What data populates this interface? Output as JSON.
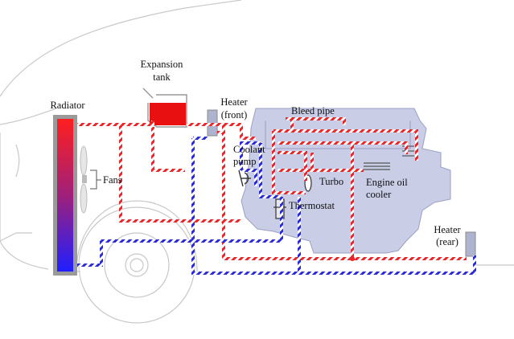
{
  "labels": {
    "expansion_tank_1": "Expansion",
    "expansion_tank_2": "tank",
    "radiator": "Radiator",
    "heater_front_1": "Heater",
    "heater_front_2": "(front)",
    "bleed_pipe": "Bleed pipe",
    "coolant_pump_1": "Coolant",
    "coolant_pump_2": "pump",
    "fans": "Fans",
    "turbo": "Turbo",
    "engine_oil_cooler_1": "Engine oil",
    "engine_oil_cooler_2": "cooler",
    "thermostat": "Thermostat",
    "heater_rear_1": "Heater",
    "heater_rear_2": "(rear)"
  },
  "colors": {
    "hot": "#e8262a",
    "cold": "#2b2bd6",
    "engine": "#c9cde6",
    "engine_stroke": "#9aa0c2",
    "car_outline": "#c8c8c8",
    "radiator_top": "#ff1f1f",
    "radiator_bottom": "#1f1fff",
    "component_gray": "#aeb4cf"
  }
}
